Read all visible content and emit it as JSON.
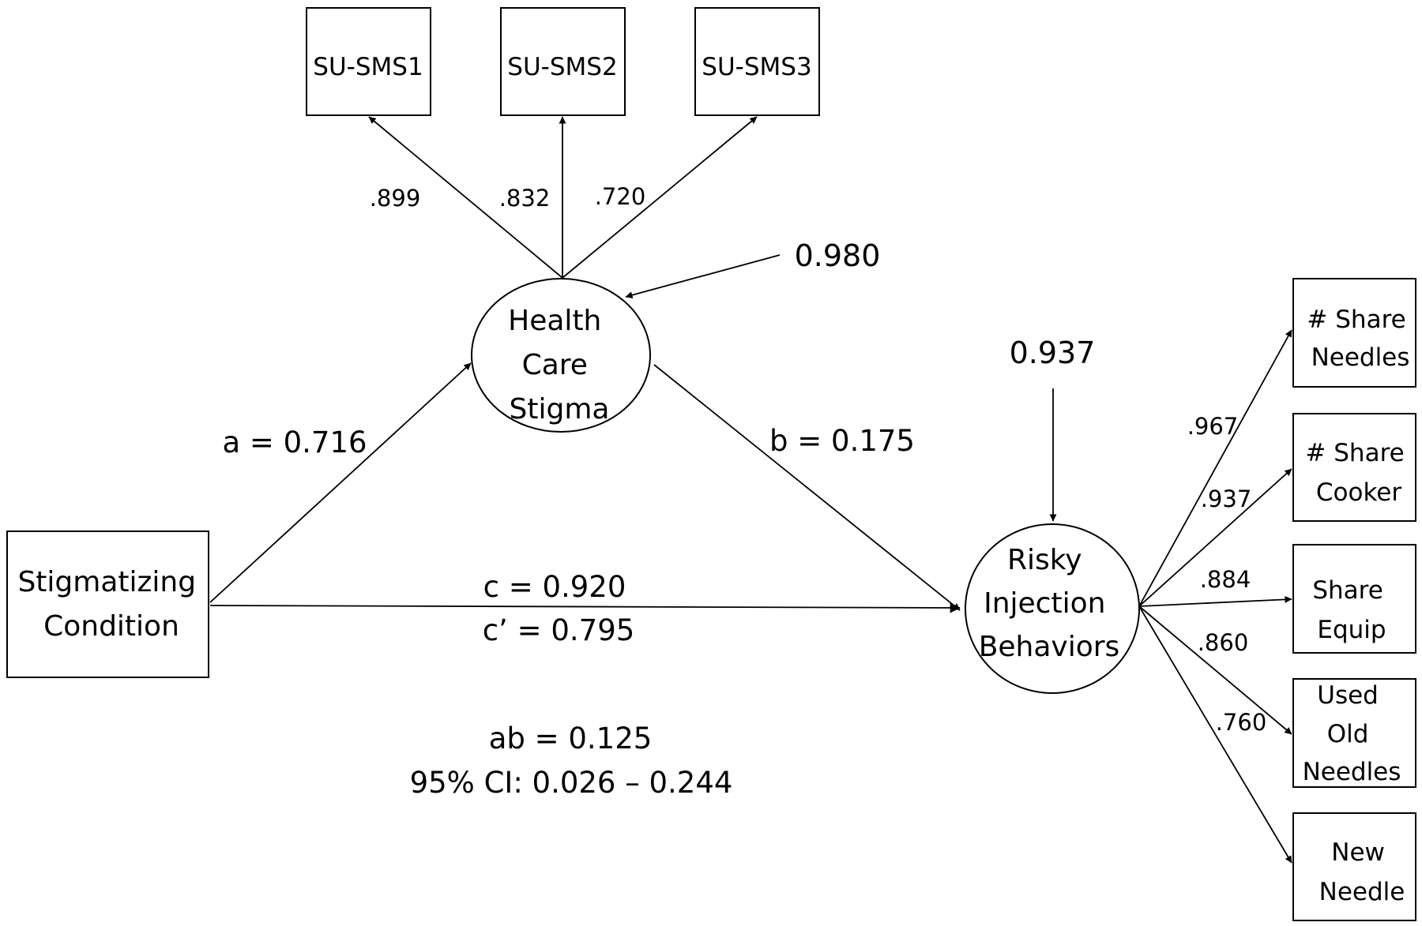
{
  "nodes": {
    "stigmatizing_condition": [
      "Stigmatizing",
      "Condition"
    ],
    "health_care_stigma": [
      "Health",
      "Care",
      "Stigma"
    ],
    "risky_injection_behaviors": [
      "Risky",
      "Injection",
      "Behaviors"
    ]
  },
  "indicators": {
    "su_sms1": [
      "SU-SMS1"
    ],
    "su_sms2": [
      "SU-SMS2"
    ],
    "su_sms3": [
      "SU-SMS3"
    ],
    "share_needles": [
      "# Share",
      "Needles"
    ],
    "share_cooker": [
      "# Share",
      "Cooker"
    ],
    "share_equip": [
      "Share",
      "Equip"
    ],
    "used_old_needles": [
      "Used",
      "Old",
      "Needles"
    ],
    "new_needle": [
      "New",
      "Needle"
    ]
  },
  "loadings": {
    "su_sms1": ".899",
    "su_sms2": ".832",
    "su_sms3": ".720",
    "share_needles": ".967",
    "share_cooker": ".937",
    "share_equip": ".884",
    "used_old_needles": ".860",
    "new_needle": ".760"
  },
  "residuals": {
    "health_care_stigma": "0.980",
    "risky_injection_behaviors": "0.937"
  },
  "paths": {
    "a": "a = 0.716",
    "b": "b = 0.175",
    "c": "c = 0.920",
    "c_prime": "c’ = 0.795"
  },
  "indirect": {
    "ab": "ab = 0.125",
    "ci": "95% CI: 0.026 – 0.244"
  }
}
